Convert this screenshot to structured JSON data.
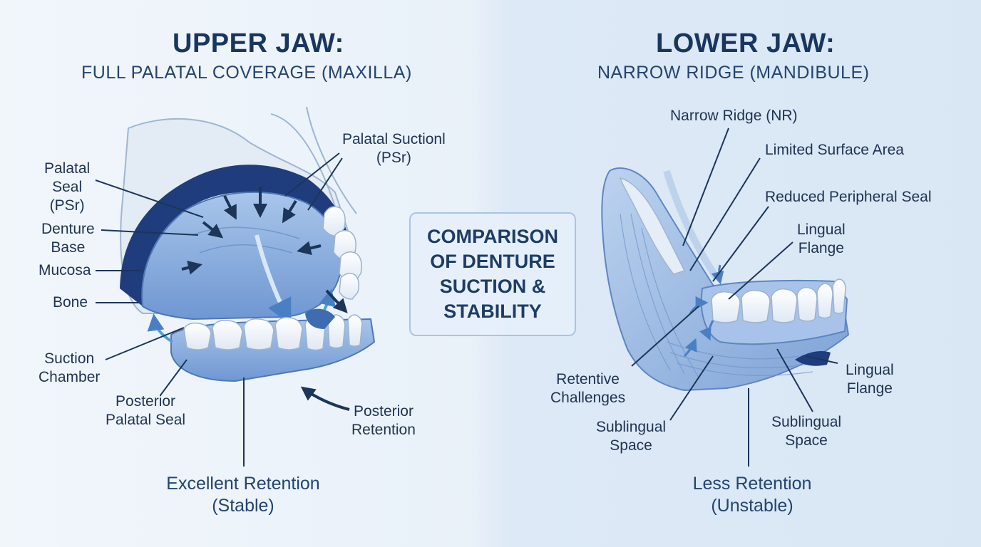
{
  "upper": {
    "title": "UPPER JAW:",
    "subtitle": "FULL PALATAL COVERAGE (MAXILLA)",
    "labels": {
      "palatal_suction": "Palatal Suctionl\n(PSr)",
      "palatal_seal": "Palatal\nSeal\n(PSr)",
      "denture_base": "Denture\nBase",
      "mucosa": "Mucosa",
      "bone": "Bone",
      "suction_chamber": "Suction\nChamber",
      "posterior_palatal_seal": "Posterior\nPalatal Seal",
      "posterior_retention": "Posterior\nRetention"
    },
    "summary": "Excellent Retention\n(Stable)"
  },
  "center": {
    "text": "COMPARISON\nOF DENTURE\nSUCTION &\nSTABILITY"
  },
  "lower": {
    "title": "LOWER JAW:",
    "subtitle": "NARROW RIDGE (MANDIBULE)",
    "labels": {
      "narrow_ridge": "Narrow Ridge (NR)",
      "limited_surface": "Limited Surface Area",
      "reduced_seal": "Reduced Peripheral Seal",
      "lingual_flange_top": "Lingual\nFlange",
      "retentive_challenges": "Retentive\nChallenges",
      "sublingual_space_left": "Sublingual\nSpace",
      "sublingual_space_right": "Sublingual\nSpace",
      "lingual_flange_right": "Lingual\nFlange"
    },
    "summary": "Less Retention\n(Unstable)"
  },
  "colors": {
    "navy": "#1c3558",
    "denture_blue": "#8fb3e0",
    "dark_blue": "#2a4f94",
    "bone": "#dfe8f2",
    "tooth": "#ffffff"
  }
}
